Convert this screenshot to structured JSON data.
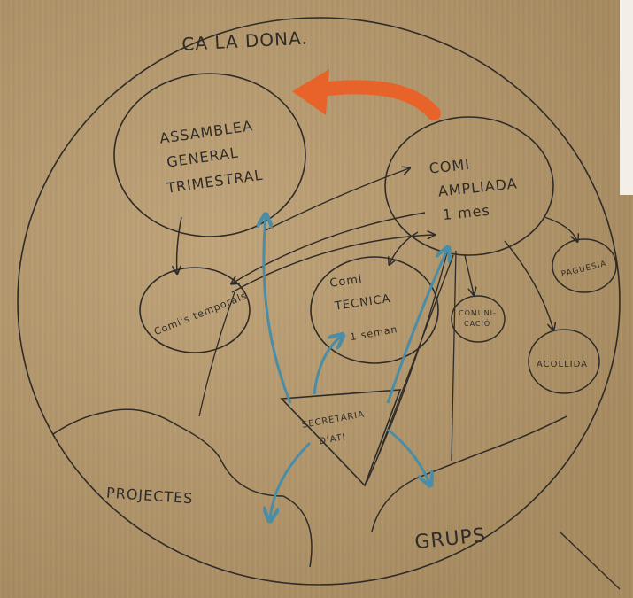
{
  "title": "CA LA DONA.",
  "nodes": {
    "assemblea": [
      "ASSAMBLEA",
      "GENERAL",
      "TRIMESTRAL"
    ],
    "comi_ampliada": [
      "COMI",
      "AMPLIADA",
      "1 mes"
    ],
    "comi_tecnica": [
      "Comi",
      "TECNICA",
      "1 seman"
    ],
    "comis_temporals": "Comi's temporals",
    "comunicacio": [
      "COMUNI-",
      "CACIÓ"
    ],
    "paguesia": "PAGUESIA",
    "acollida": "ACOLLIDA",
    "secretaria": [
      "SECRETARIA",
      "D'ATI"
    ],
    "projectes": "PROJECTES",
    "grups": "GRUPS"
  },
  "colors": {
    "paper": "#b8996b",
    "ink": "#2f2b28",
    "blue_marker": "#4a8da5",
    "orange_marker": "#e8632a"
  }
}
